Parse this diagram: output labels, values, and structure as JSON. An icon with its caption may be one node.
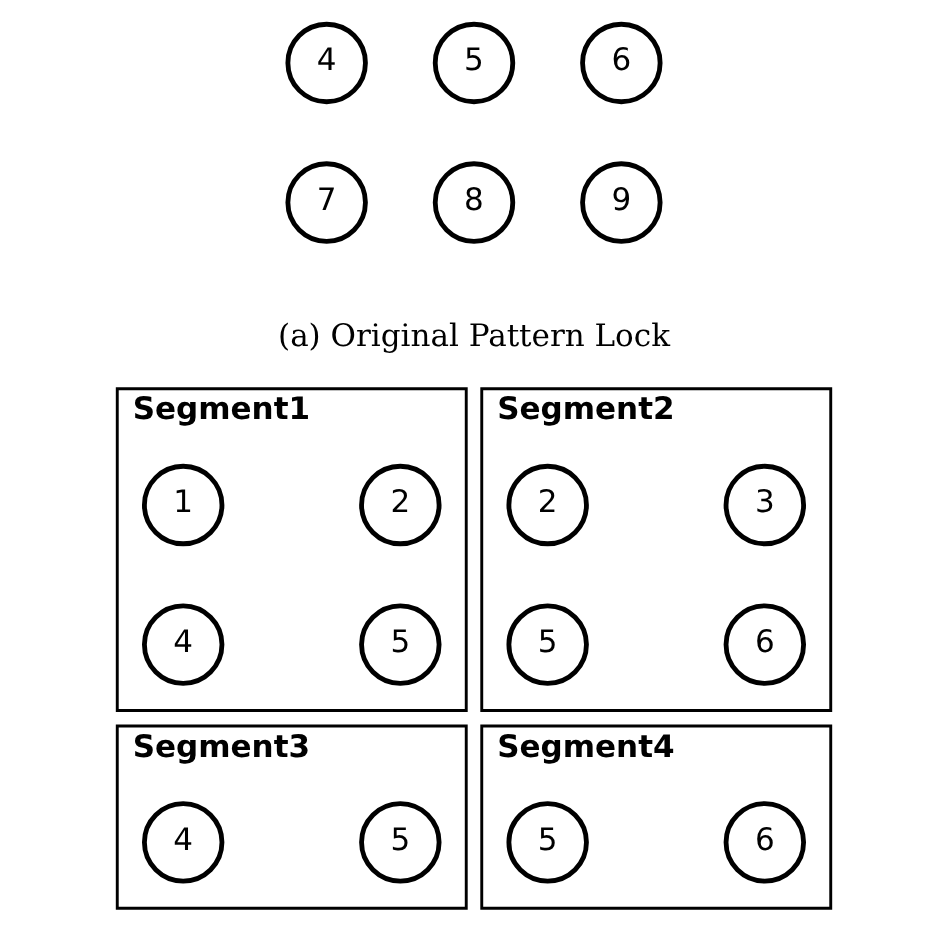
{
  "diagram": {
    "nodes": [
      {
        "text": [
          "4"
        ]
      },
      {
        "text": [
          "5"
        ]
      },
      {
        "text": [
          "6"
        ]
      },
      {
        "text": [
          "7"
        ]
      },
      {
        "text": [
          "8"
        ]
      },
      {
        "text": [
          "9"
        ]
      },
      {
        "text": [
          "Segment1"
        ]
      },
      {
        "text": [
          "1"
        ],
        "in": 6
      },
      {
        "text": [
          "2"
        ],
        "in": 6
      },
      {
        "text": [
          "4"
        ],
        "in": 6
      },
      {
        "text": [
          "5"
        ],
        "in": 6
      },
      {
        "text": [
          "Segment2"
        ]
      },
      {
        "text": [
          "2"
        ],
        "in": 11
      },
      {
        "text": [
          "3"
        ],
        "in": 11
      },
      {
        "text": [
          "5"
        ],
        "in": 11
      },
      {
        "text": [
          "6"
        ],
        "in": 11
      },
      {
        "text": [
          "Segment3"
        ]
      },
      {
        "text": [
          "4"
        ],
        "in": 16
      },
      {
        "text": [
          "5"
        ],
        "in": 16
      },
      {
        "text": [
          "Segment4"
        ]
      },
      {
        "text": [
          "5"
        ],
        "in": 19
      },
      {
        "text": [
          "6"
        ],
        "in": 19
      }
    ],
    "labels": [
      "(a) Original Pattern Lock"
    ]
  }
}
